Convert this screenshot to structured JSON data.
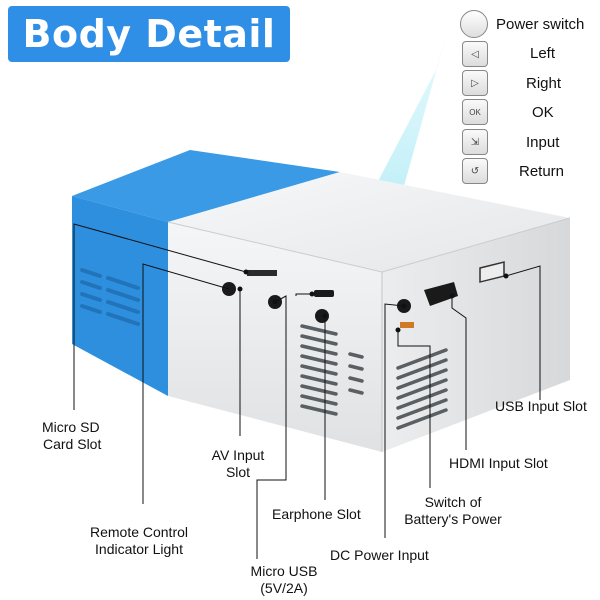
{
  "title": "Body Detail",
  "controls": [
    {
      "label": "Power switch",
      "icon": "power-circle-icon",
      "glyph": ""
    },
    {
      "label": "Left",
      "icon": "left-arrow-icon",
      "glyph": "◁"
    },
    {
      "label": "Right",
      "icon": "right-arrow-icon",
      "glyph": "▷"
    },
    {
      "label": "OK",
      "icon": "ok-icon",
      "glyph": "OK"
    },
    {
      "label": "Input",
      "icon": "input-icon",
      "glyph": "⇲"
    },
    {
      "label": "Return",
      "icon": "return-icon",
      "glyph": "↺"
    }
  ],
  "callouts": {
    "micro_sd": [
      "Micro SD",
      "Card Slot"
    ],
    "av_input": [
      "AV Input",
      "Slot"
    ],
    "remote": [
      "Remote Control",
      "Indicator Light"
    ],
    "micro_usb": [
      "Micro USB",
      "(5V/2A)"
    ],
    "earphone": "Earphone Slot",
    "dc_power": "DC Power Input",
    "battery_switch": [
      "Switch of",
      "Battery's Power"
    ],
    "hdmi": "HDMI Input Slot",
    "usb": "USB Input Slot"
  },
  "colors": {
    "title_bg": "#2f8ee6",
    "body_blue": "#2d8fde",
    "body_white": "#f1f2f4",
    "beam": "#bfeff7"
  }
}
